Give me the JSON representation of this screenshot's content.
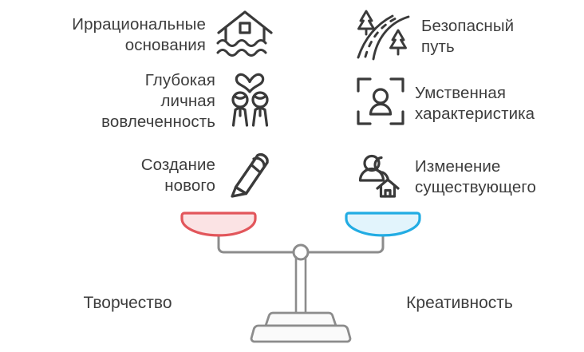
{
  "diagram": {
    "title_left": "Творчество",
    "title_right": "Креативность",
    "left_column": [
      {
        "label": "Иррациональные\nоснования",
        "icon": "flooded-house-icon"
      },
      {
        "label": "Глубокая\nличная\nвовлеченность",
        "icon": "couple-heart-icon"
      },
      {
        "label": "Создание\nнового",
        "icon": "pen-icon"
      }
    ],
    "right_column": [
      {
        "label": "Безопасный\nпуть",
        "icon": "forest-road-icon"
      },
      {
        "label": "Умственная\nхарактеристика",
        "icon": "person-scan-frame-icon"
      },
      {
        "label": "Изменение\nсуществующего",
        "icon": "people-house-icon"
      }
    ],
    "balance": {
      "left_pan_stroke": "#e2565b",
      "left_pan_fill": "#fbe3e4",
      "right_pan_stroke": "#22ace3",
      "right_pan_fill": "#e2f4fc",
      "frame_color": "#8c8c8c",
      "state": "balanced"
    },
    "colors": {
      "background": "#ffffff",
      "text": "#3d3d3d",
      "icon_stroke": "#3a3a3a",
      "accent_red": "#e2565b",
      "accent_blue": "#22ace3",
      "frame_gray": "#8c8c8c"
    }
  }
}
